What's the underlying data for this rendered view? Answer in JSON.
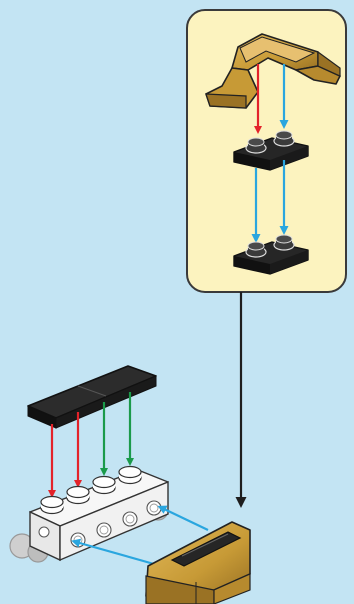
{
  "instructions": {
    "background_color": "#c3e4f3",
    "callout": {
      "background_color": "#fcf3bf",
      "border_color": "#3a3a3a",
      "pieces": [
        "gold-arch-bracket",
        "black-2-stud-plate",
        "black-2-stud-plate"
      ]
    },
    "main_assembly": {
      "pieces": [
        "black-1x4-tile",
        "white-4-stud-brick-with-side-studs",
        "gray-round-wheels",
        "gold-slope-subassembly"
      ]
    },
    "arrow_colors": {
      "red": "#e3232a",
      "green": "#1a9a4a",
      "blue": "#2aa6df",
      "black": "#1e1e1e"
    },
    "piece_colors": {
      "gold": "#c79a36",
      "black": "#262626",
      "white": "#f4f4f4",
      "gray": "#cfcfcf"
    }
  }
}
